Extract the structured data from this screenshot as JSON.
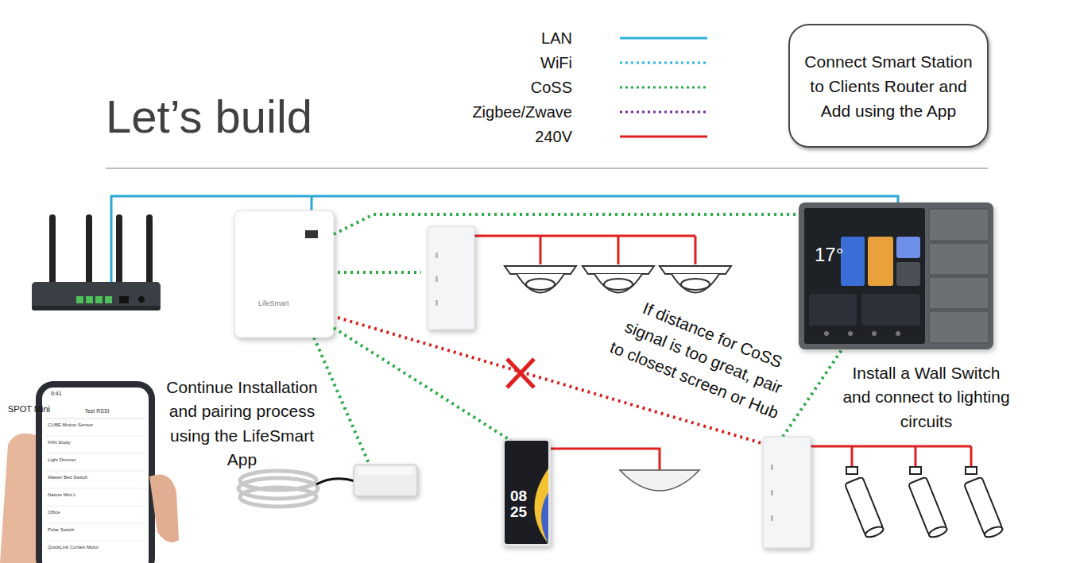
{
  "diagram": {
    "title": "Let’s build",
    "nodes": [
      {
        "text": [
          "Connect Smart Station to Clients Router and Add using the App"
        ]
      },
      {
        "text": [
          "LifeSmart"
        ]
      },
      {
        "text": [
          "17°"
        ]
      },
      {
        "text": [
          "08 25"
        ]
      }
    ],
    "edges": [
      {
        "from": 1,
        "to": 2,
        "arrow": "none"
      },
      {
        "from": 1,
        "to": 3,
        "arrow": "none"
      }
    ],
    "labels": [
      "Continue Installation and pairing process using the LifeSmart App",
      "If distance for CoSS signal is too great, pair to closest screen or Hub",
      "Install a Wall Switch and connect to lighting circuits",
      "9:41",
      "Test RSSI",
      "CUBE Motion Sensor",
      "FAN Study",
      "Light Dimmer",
      "Master Bed Switch",
      "Nature Mini L",
      "Office",
      "Polar Switch",
      "QuickLink Curtain Motor",
      "SPOT Mini"
    ],
    "legend": [
      {
        "text": "LAN"
      },
      {
        "text": "WiFi"
      },
      {
        "text": "CoSS"
      },
      {
        "text": "Zigbee/Zwave"
      },
      {
        "text": "240V"
      }
    ]
  }
}
